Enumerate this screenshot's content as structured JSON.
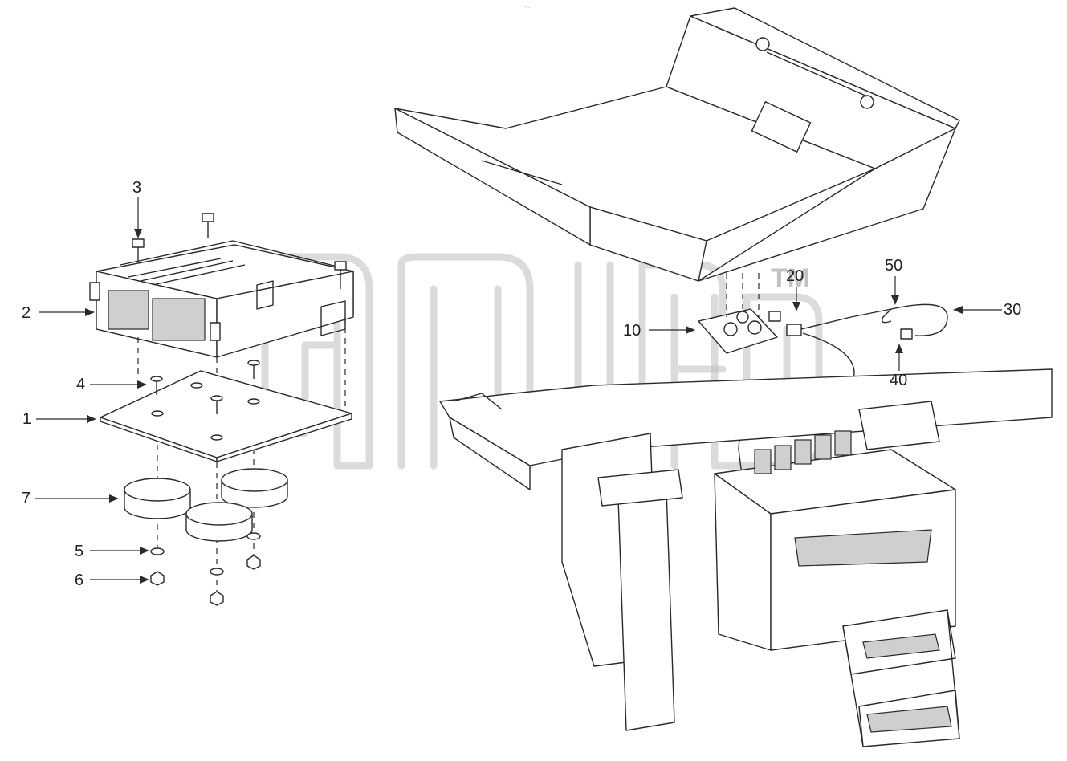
{
  "diagram": {
    "watermark_tm": "TM",
    "header_mark": "~ ..."
  },
  "callouts": [
    {
      "id": "c3",
      "text": "3"
    },
    {
      "id": "c2",
      "text": "2"
    },
    {
      "id": "c4",
      "text": "4"
    },
    {
      "id": "c1",
      "text": "1"
    },
    {
      "id": "c7",
      "text": "7"
    },
    {
      "id": "c5",
      "text": "5"
    },
    {
      "id": "c6",
      "text": "6"
    },
    {
      "id": "c10",
      "text": "10"
    },
    {
      "id": "c20",
      "text": "20"
    },
    {
      "id": "c50",
      "text": "50"
    },
    {
      "id": "c30",
      "text": "30"
    },
    {
      "id": "c40",
      "text": "40"
    }
  ]
}
